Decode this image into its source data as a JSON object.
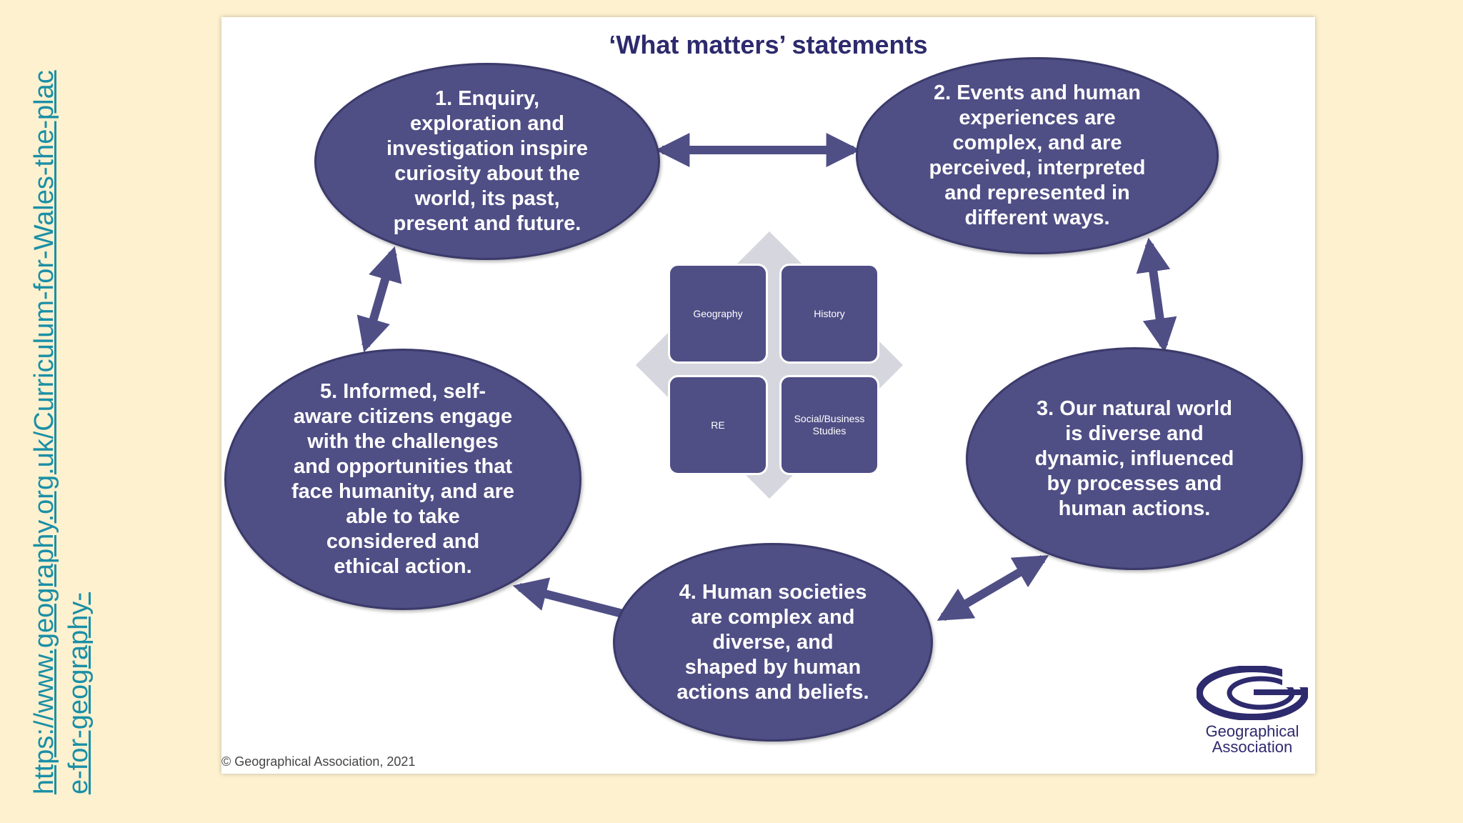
{
  "side_link": "https://www.geography.org.uk/Curriculum-for-Wales-the-place-for-geography-",
  "slide": {
    "title": "‘What matters’ statements",
    "statements": [
      {
        "lines": [
          "1. Enquiry,",
          "exploration and",
          "investigation inspire",
          "curiosity about the",
          "world, its past,",
          "present and future."
        ]
      },
      {
        "lines": [
          "2. Events and human",
          "experiences are",
          "complex, and are",
          "perceived, interpreted",
          "and represented in",
          "different ways."
        ]
      },
      {
        "lines": [
          "3. Our natural world",
          "is diverse and",
          "dynamic, influenced",
          "by processes and",
          "human actions."
        ]
      },
      {
        "lines": [
          "4. Human societies",
          "are complex and",
          "diverse, and",
          "shaped by human",
          "actions and beliefs."
        ]
      },
      {
        "lines": [
          "5. Informed, self-",
          "aware citizens engage",
          "with the challenges",
          "and opportunities that",
          "face humanity, and are",
          "able to take",
          "considered and",
          "ethical action."
        ]
      }
    ],
    "subjects": [
      "Geography",
      "History",
      "RE",
      "Social/Business Studies"
    ],
    "copyright": "© Geographical Association, 2021",
    "logo": {
      "name": "ga-logo-icon",
      "line1": "Geographical",
      "line2": "Association"
    }
  },
  "colors": {
    "ellipse": "#4f4e85",
    "title": "#2d2a6d",
    "arrow": "#4f4e85",
    "diamond": "#d6d6de",
    "background": "#fdf1cf"
  }
}
